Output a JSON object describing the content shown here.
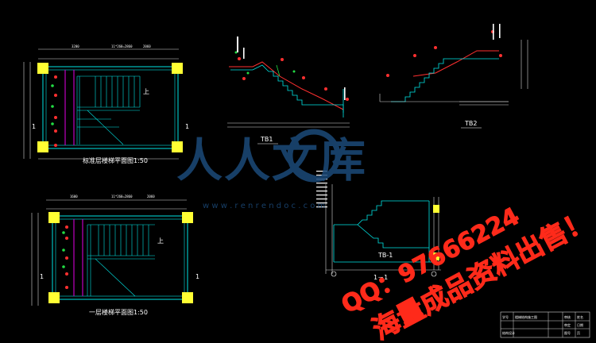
{
  "drawing": {
    "background": "#000000",
    "colors": {
      "stair_cyan": "#00e5e5",
      "dim_line": "#d8d8d8",
      "beam_magenta": "#c000c0",
      "column_yellow": "#ffff33",
      "annot_red": "#ff3030",
      "annot_green": "#22dd44",
      "watermark_blue": "#1c4a7a"
    },
    "plan_top": {
      "title": "标准层楼梯平面图1:50",
      "axis_marks": [
        "1",
        "1"
      ],
      "up_mark": "上"
    },
    "plan_bottom": {
      "title": "一层楼梯平面图1:50",
      "axis_marks": [
        "1",
        "1"
      ],
      "up_mark": "上"
    },
    "section_tb1": {
      "label": "TB1"
    },
    "section_tb2": {
      "label": "TB2"
    },
    "section_11": {
      "label": "1－1",
      "mark": "TB-1"
    }
  },
  "title_block": {
    "rows": [
      [
        "学号",
        "楼梯结构施工图",
        "",
        "审核",
        "姓名"
      ],
      [
        "",
        "",
        "",
        "审定",
        "日期"
      ],
      [
        "结构设计",
        "",
        "",
        "图号",
        "页"
      ]
    ]
  },
  "watermark": {
    "brand_cn": "人人文库",
    "domain": "w w w . r e n r e n d o c . c o m"
  },
  "ad_overlay": {
    "line1": "QQ：97666224",
    "line2": "海量成品资料出售！"
  }
}
